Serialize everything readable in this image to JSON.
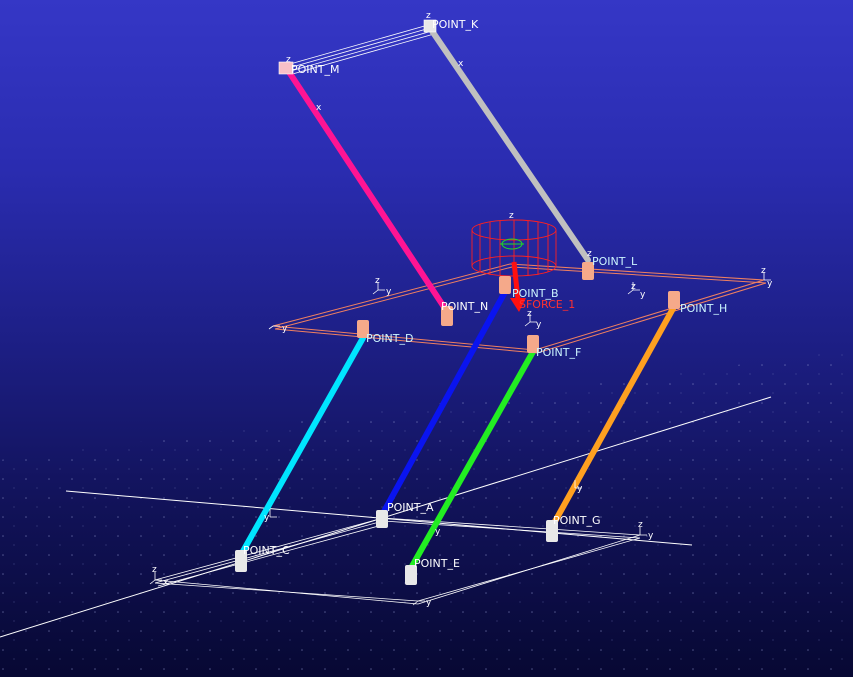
{
  "scene": {
    "background_top": "#3537c6",
    "background_bottom": "#070833",
    "points": {
      "k": "POINT_K",
      "m": "POINT_M",
      "l": "POINT_L",
      "b": "POINT_B",
      "n": "POINT_N",
      "h": "POINT_H",
      "d": "POINT_D",
      "f": "POINT_F",
      "a": "POINT_A",
      "g": "POINT_G",
      "c": "POINT_C",
      "e": "POINT_E"
    },
    "force_label": "SFORCE_1",
    "links": [
      {
        "name": "link-m-n",
        "color": "#ff1493"
      },
      {
        "name": "link-k-l",
        "color": "#c0c0c0"
      },
      {
        "name": "link-d-c",
        "color": "#00e5ff"
      },
      {
        "name": "link-b-a",
        "color": "#0a14f0"
      },
      {
        "name": "link-f-e",
        "color": "#22ee22"
      },
      {
        "name": "link-h-g",
        "color": "#ffa020"
      },
      {
        "name": "force-arrow",
        "color": "#ff1010"
      }
    ],
    "frame_colors": {
      "upper_platform": "#f08060",
      "ground": "#ffffff",
      "force_cylinder": "#ff2020"
    },
    "axis_letters": {
      "x": "x",
      "y": "y",
      "z": "z"
    }
  }
}
